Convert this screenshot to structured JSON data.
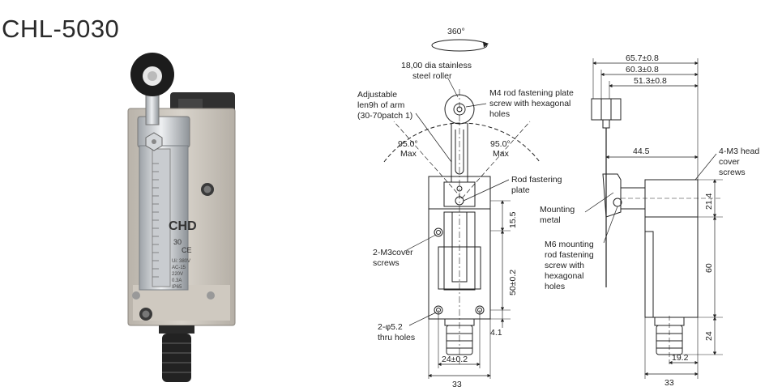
{
  "title": "CHL-5030",
  "product_photo": {
    "brand_text": "CHD",
    "model_text": "30",
    "spec_lines": [
      "Ui: 380V",
      "AC-15",
      "220V",
      "0.3A",
      "IP65"
    ],
    "ce_mark": "CE"
  },
  "front_view": {
    "rotation_label": "360°",
    "roller_label": [
      "18,00 dia stainless",
      "steel roller"
    ],
    "arm_label": [
      "Adjustable",
      "len9h of arm",
      "(30-70patch 1)"
    ],
    "screw_label": [
      "M4 rod fastening plate",
      "screw with hexagonal",
      "holes"
    ],
    "angle_left": [
      "95.0°",
      "Max"
    ],
    "angle_right": [
      "95.0°",
      "Max"
    ],
    "plate_label": [
      "Rod fastering",
      "plate"
    ],
    "cover_label": [
      "2-M3cover",
      "screws"
    ],
    "hole_label": [
      "2-φ5.2",
      "thru holes"
    ],
    "dims": {
      "d15_5": "15.5",
      "d50": "50±0.2",
      "d4_1": "4.1",
      "d24": "24±0.2",
      "d33": "33"
    }
  },
  "side_view": {
    "dims_top": [
      "65.7±0.8",
      "60.3±0.8",
      "51.3±0.8"
    ],
    "d44_5": "44.5",
    "head_label": [
      "4-M3 head",
      "cover",
      "screws"
    ],
    "metal_label": [
      "Mounting",
      "metal"
    ],
    "m6_label": [
      "M6 mounting",
      "rod fastening",
      "screw with",
      "hexagonal",
      "holes"
    ],
    "d21_4": "21.4",
    "d60": "60",
    "d24": "24",
    "d19_2": "19.2",
    "d33": "33"
  }
}
